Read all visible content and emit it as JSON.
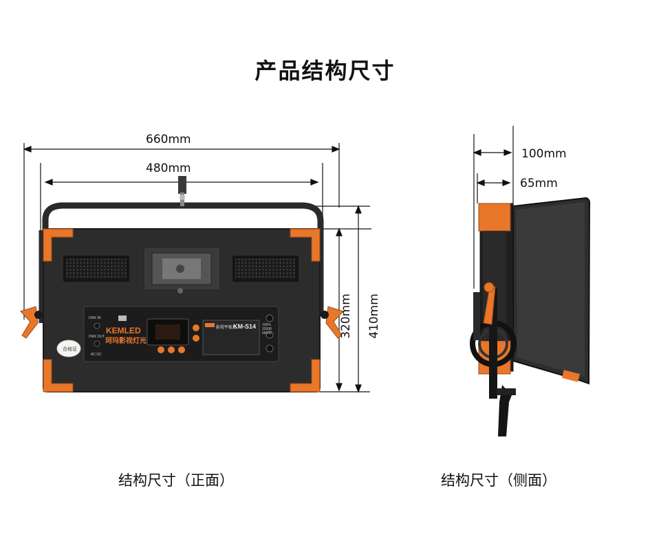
{
  "page": {
    "title": "产品结构尺寸"
  },
  "front_view": {
    "caption": "结构尺寸（正面）",
    "dim_width_outer": "660mm",
    "dim_width_inner": "480mm",
    "dim_height_inner": "320mm",
    "dim_height_outer": "410mm",
    "panel": {
      "brand": "KEMLED",
      "brand_cn": "珂玛影视灯光",
      "model": "KM-S14",
      "label_cn": "影视平板灯",
      "dmx_in": "DMX IN",
      "dmx_out": "DMX OUT",
      "ac_dc": "AC DC",
      "cct_low": "3200K",
      "cct_high": "5600K",
      "brightness": "100%",
      "badge": "合格证"
    }
  },
  "side_view": {
    "caption": "结构尺寸（侧面）",
    "dim_depth_outer": "100mm",
    "dim_depth_inner": "65mm"
  },
  "colors": {
    "orange": "#e8772a",
    "body": "#2b2b2b",
    "dark": "#1a1a1a"
  }
}
